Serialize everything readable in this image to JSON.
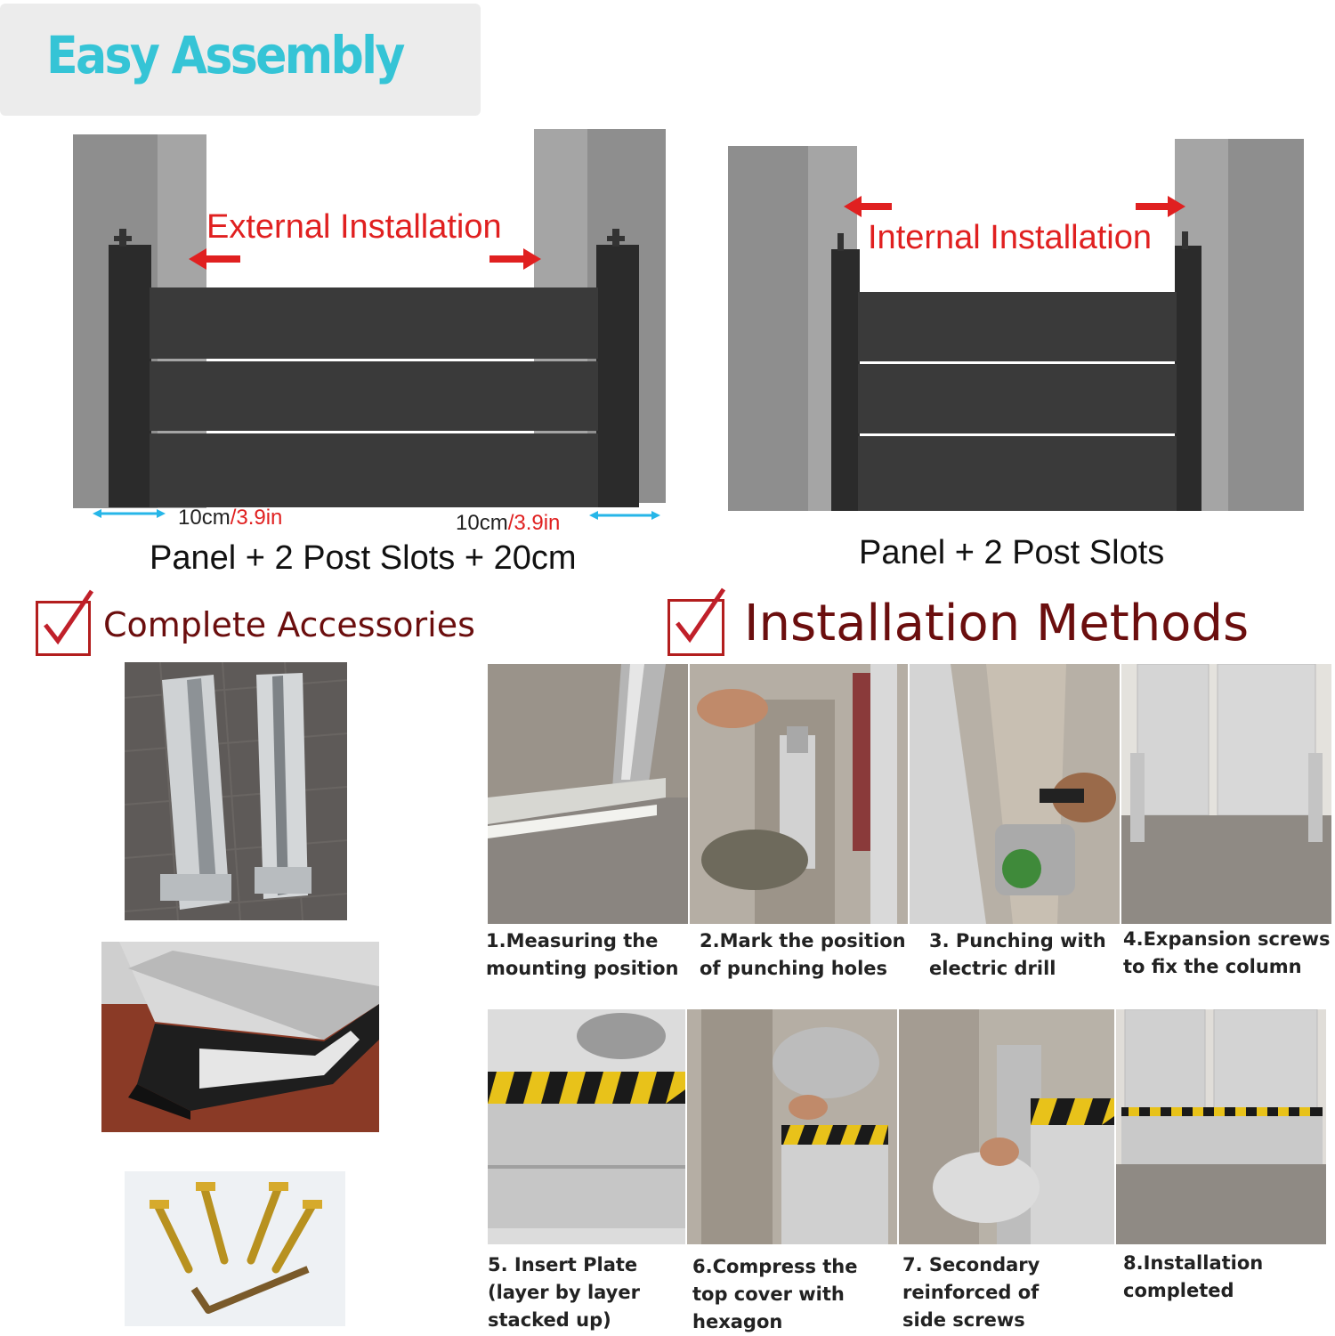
{
  "title": "Easy Assembly",
  "external": {
    "label": "External Installation",
    "dim_left_cm": "10cm",
    "dim_left_in": "/3.9in",
    "dim_right_cm": "10cm",
    "dim_right_in": "/3.9in",
    "caption": "Panel + 2 Post Slots + 20cm"
  },
  "internal": {
    "label": "Internal Installation",
    "caption": "Panel + 2 Post Slots"
  },
  "accessories_heading": "Complete Accessories",
  "methods_heading": "Installation Methods",
  "steps": [
    {
      "text": "1.Measuring the\n  mounting position"
    },
    {
      "text": "2.Mark the position\n  of punching holes"
    },
    {
      "text": "3. Punching with\n   electric drill"
    },
    {
      "text": "4.Expansion screws\n  to fix the column"
    },
    {
      "text": "5.  Insert Plate\n    (layer by layer\n    stacked up)"
    },
    {
      "text": "6.Compress the\n  top cover with\n  hexagon"
    },
    {
      "text": "7. Secondary\n   reinforced of\n   side screws"
    },
    {
      "text": "8.Installation\n  completed"
    }
  ],
  "colors": {
    "title": "#35c4d6",
    "title_bg": "#ececec",
    "arrow_red": "#e02020",
    "dimension_arrow": "#26b6e8",
    "panel_dark": "#3a3a3a",
    "wall_gray": "#8e8e8e",
    "heading_dark_red": "#6b0e0e",
    "checkbox_red": "#b31e1e"
  }
}
